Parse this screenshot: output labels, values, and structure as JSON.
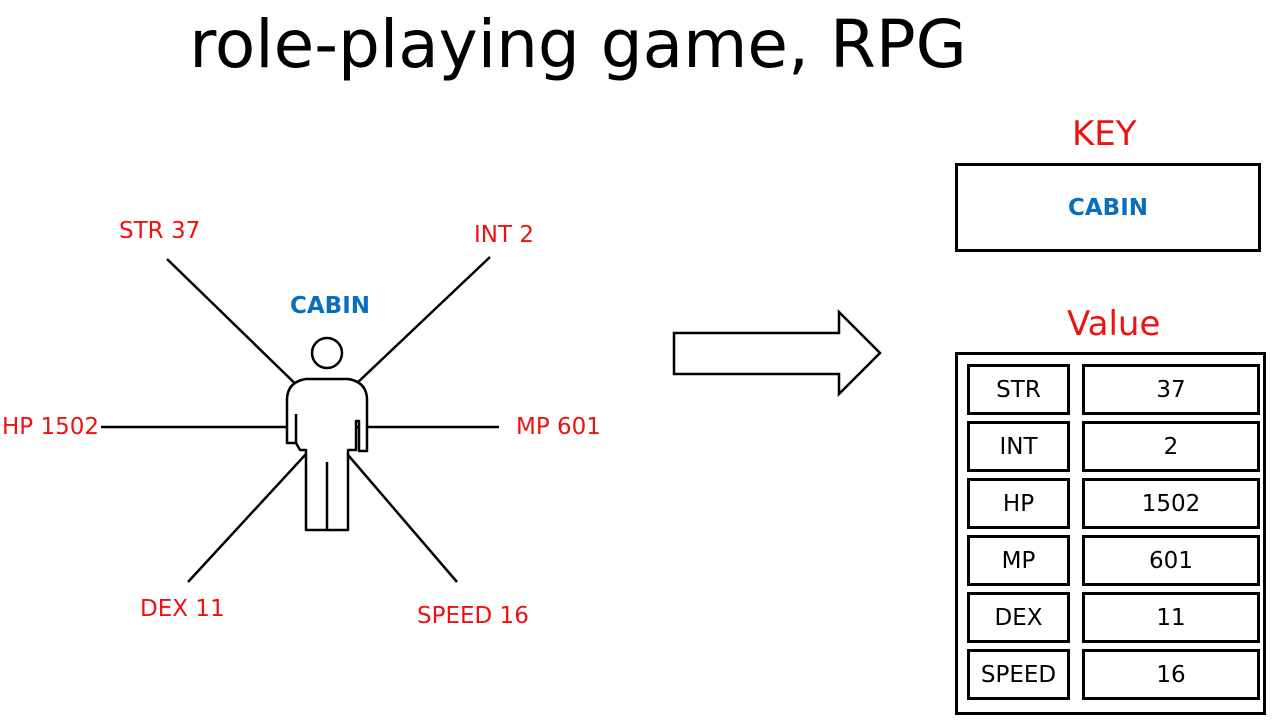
{
  "title": "role-playing game, RPG",
  "character": {
    "name": "CABIN",
    "stat_labels": {
      "str": "STR 37",
      "int": "INT 2",
      "hp": "HP 1502",
      "mp": "MP 601",
      "dex": "DEX 11",
      "speed": "SPEED 16"
    }
  },
  "key_section": {
    "heading": "KEY",
    "value": "CABIN"
  },
  "value_section": {
    "heading": "Value",
    "rows": [
      {
        "name": "STR",
        "value": "37"
      },
      {
        "name": "INT",
        "value": "2"
      },
      {
        "name": "HP",
        "value": "1502"
      },
      {
        "name": "MP",
        "value": "601"
      },
      {
        "name": "DEX",
        "value": "11"
      },
      {
        "name": "SPEED",
        "value": "16"
      }
    ]
  },
  "colors": {
    "stat_label": "#ee1111",
    "character_name": "#0a6ebd",
    "line": "#000000"
  }
}
